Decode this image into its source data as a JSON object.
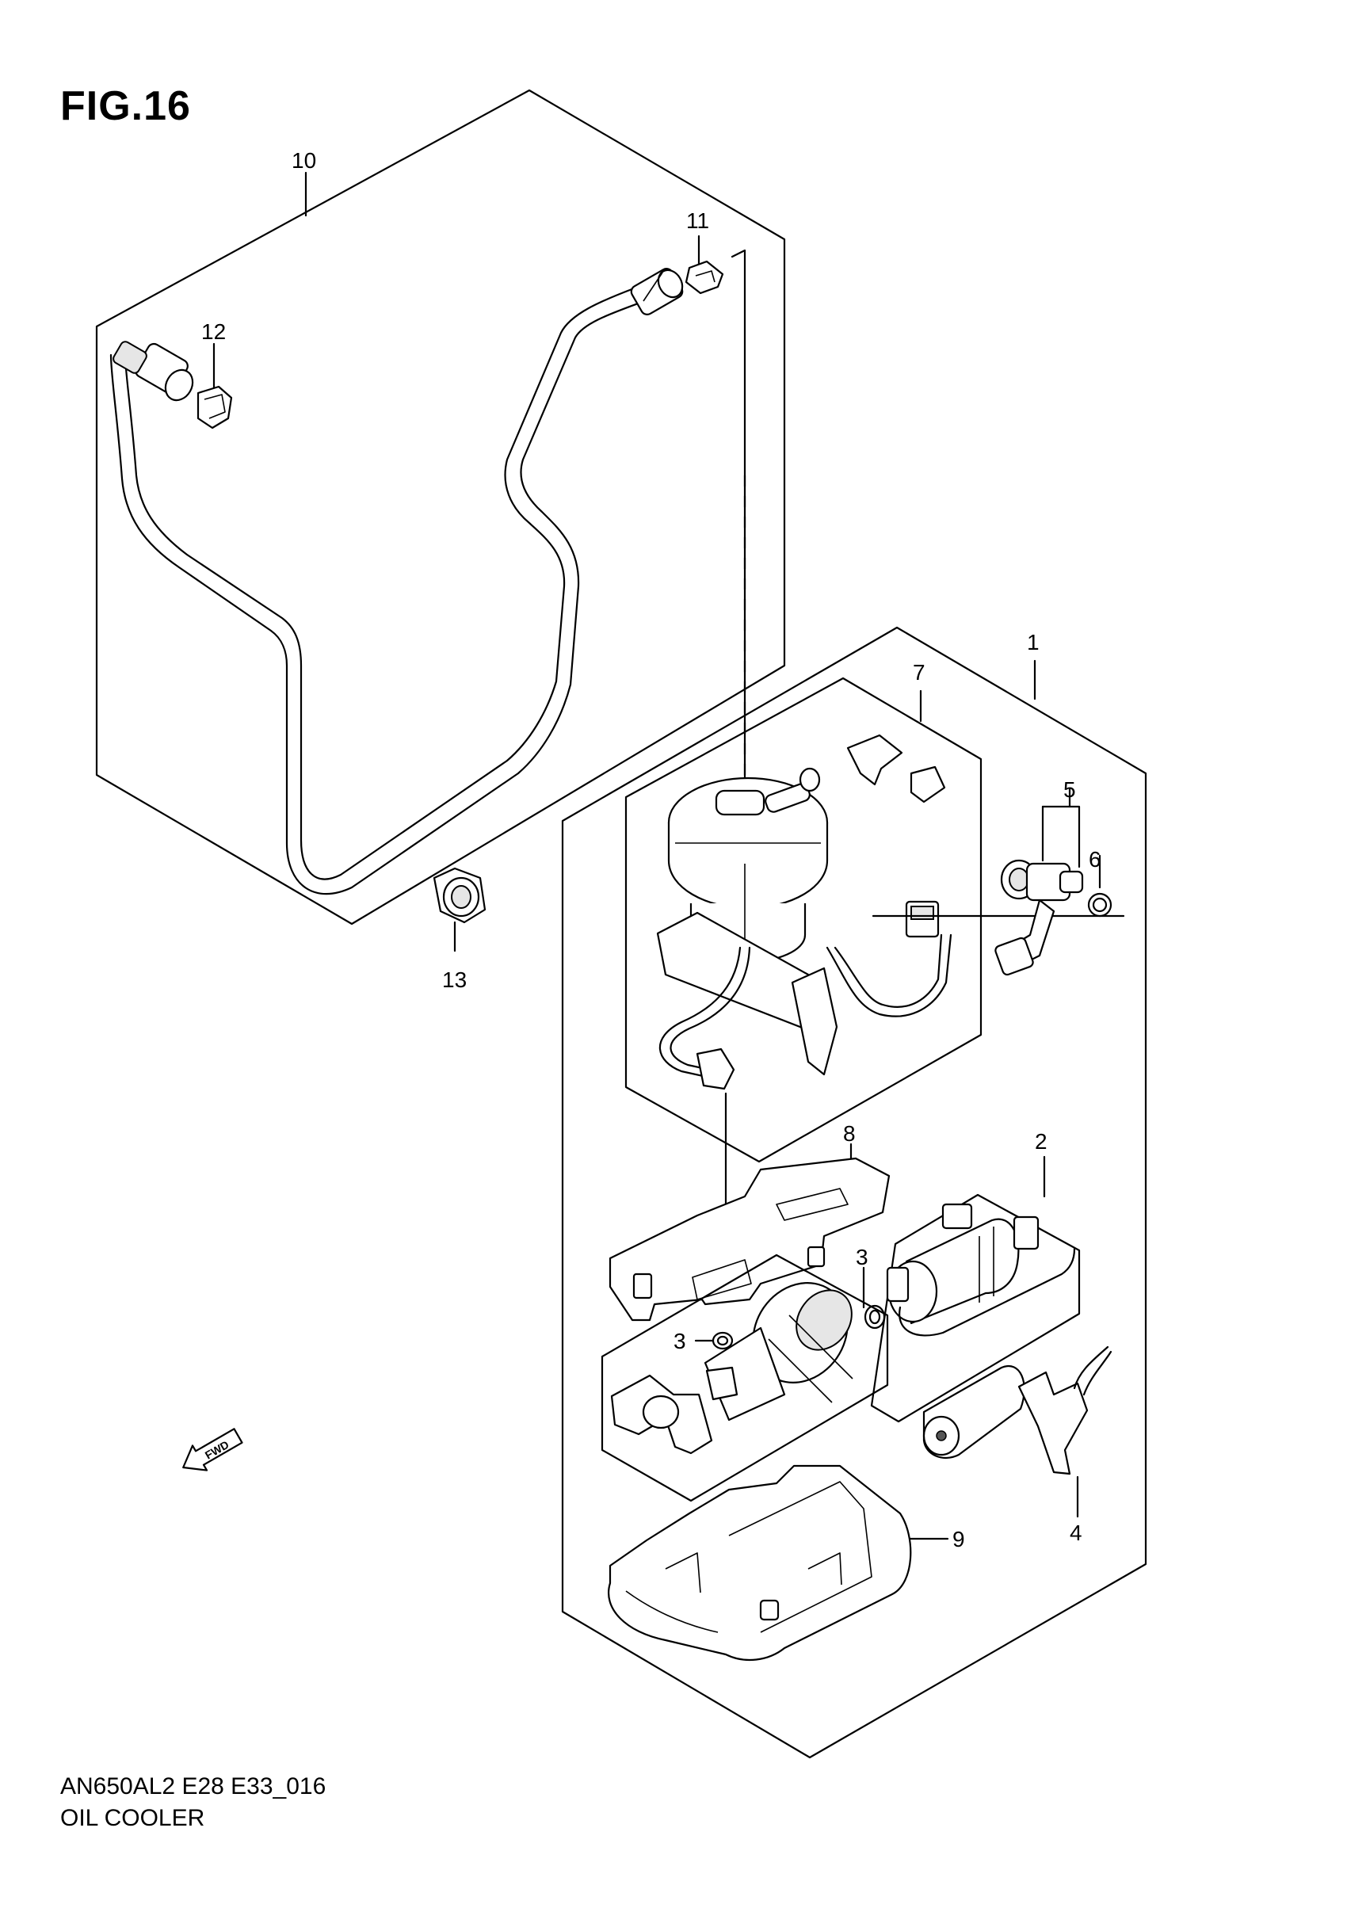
{
  "figure_title": "FIG.16",
  "caption": {
    "code": "AN650AL2 E28 E33_016",
    "name": "OIL COOLER"
  },
  "callouts": {
    "c1": "1",
    "c2": "2",
    "c3a": "3",
    "c3b": "3",
    "c4": "4",
    "c5": "5",
    "c6": "6",
    "c7": "7",
    "c8": "8",
    "c9": "9",
    "c10": "10",
    "c11": "11",
    "c12": "12",
    "c13": "13"
  },
  "fwd_label": "FWD"
}
